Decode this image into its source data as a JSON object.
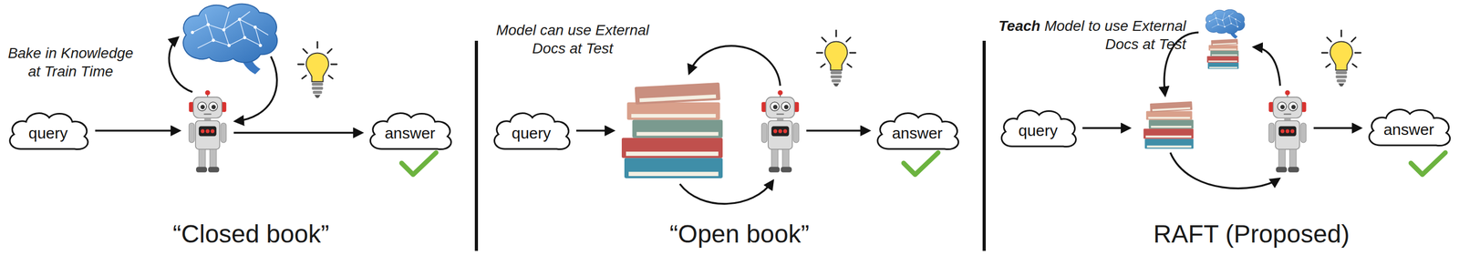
{
  "diagram": {
    "nodes": [
      {
        "text": [
          "query"
        ]
      },
      {
        "text": [
          "answer"
        ]
      },
      {
        "text": [
          "query"
        ]
      },
      {
        "text": [
          "answer"
        ]
      },
      {
        "text": [
          "query"
        ]
      },
      {
        "text": [
          "answer"
        ]
      }
    ],
    "labels": [
      "Bake in Knowledge at Train Time",
      "Model can use External Docs at Test",
      "Teach Model to use External Docs at Test",
      "“Closed book”",
      "“Open book”",
      "RAFT (Proposed)"
    ]
  }
}
